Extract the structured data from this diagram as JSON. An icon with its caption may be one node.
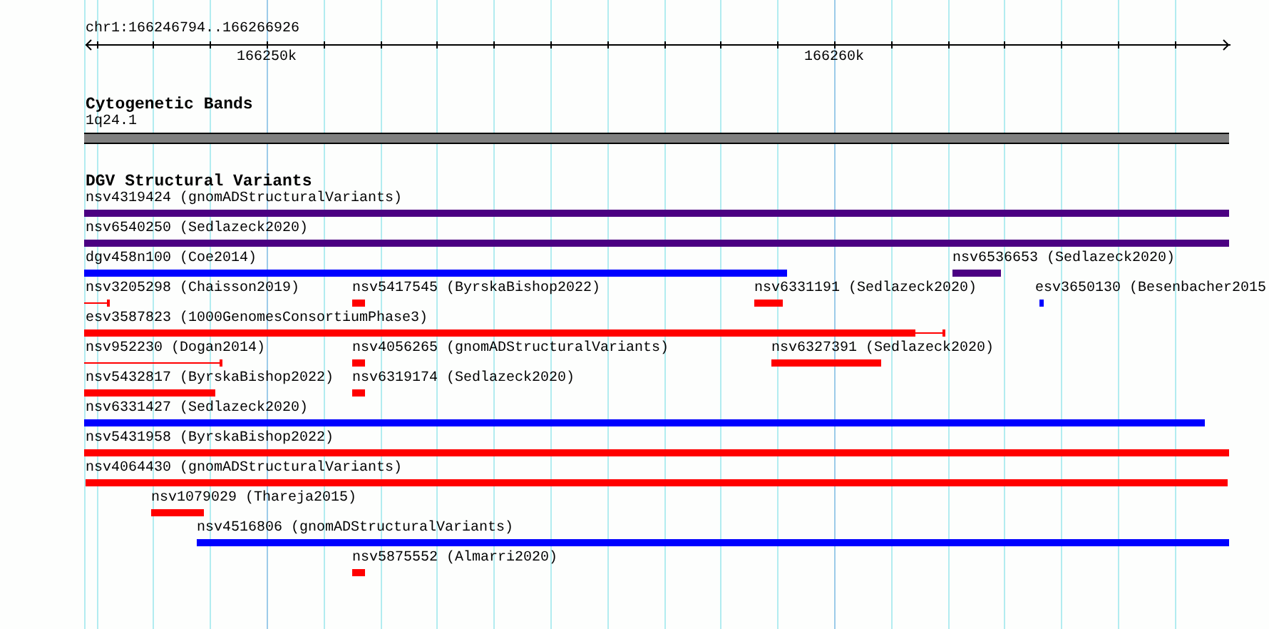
{
  "diagram": {
    "nodes": [
      {
        "text": [
          "1q24.1"
        ]
      },
      {
        "text": [
          "nsv4319424 (gnomADStructuralVariants)"
        ]
      },
      {
        "text": [
          "nsv6540250 (Sedlazeck2020)"
        ]
      },
      {
        "text": [
          "dgv458n100 (Coe2014)"
        ]
      },
      {
        "text": [
          "nsv6536653 (Sedlazeck2020)"
        ]
      },
      {
        "text": [
          "nsv3205298 (Chaisson2019)"
        ]
      },
      {
        "text": [
          "nsv5417545 (ByrskaBishop2022)"
        ]
      },
      {
        "text": [
          "nsv6331191 (Sedlazeck2020)"
        ]
      },
      {
        "text": [
          "esv3650130 (Besenbacher2015"
        ]
      },
      {
        "text": [
          "esv3587823 (1000GenomesConsortiumPhase3)"
        ]
      },
      {
        "text": [
          "nsv952230 (Dogan2014)"
        ]
      },
      {
        "text": [
          "nsv4056265 (gnomADStructuralVariants)"
        ]
      },
      {
        "text": [
          "nsv6327391 (Sedlazeck2020)"
        ]
      },
      {
        "text": [
          "nsv5432817 (ByrskaBishop2022)"
        ]
      },
      {
        "text": [
          "nsv6319174 (Sedlazeck2020)"
        ]
      },
      {
        "text": [
          "nsv6331427 (Sedlazeck2020)"
        ]
      },
      {
        "text": [
          "nsv5431958 (ByrskaBishop2022)"
        ]
      },
      {
        "text": [
          "nsv4064430 (gnomADStructuralVariants)"
        ]
      },
      {
        "text": [
          "nsv1079029 (Thareja2015)"
        ]
      },
      {
        "text": [
          "nsv4516806 (gnomADStructuralVariants)"
        ]
      },
      {
        "text": [
          "nsv5875552 (Almarri2020)"
        ]
      }
    ],
    "labels": [
      "chr1:166246794..166266926",
      "166250k",
      "166260k",
      "Cytogenetic Bands",
      "DGV Structural Variants"
    ]
  }
}
